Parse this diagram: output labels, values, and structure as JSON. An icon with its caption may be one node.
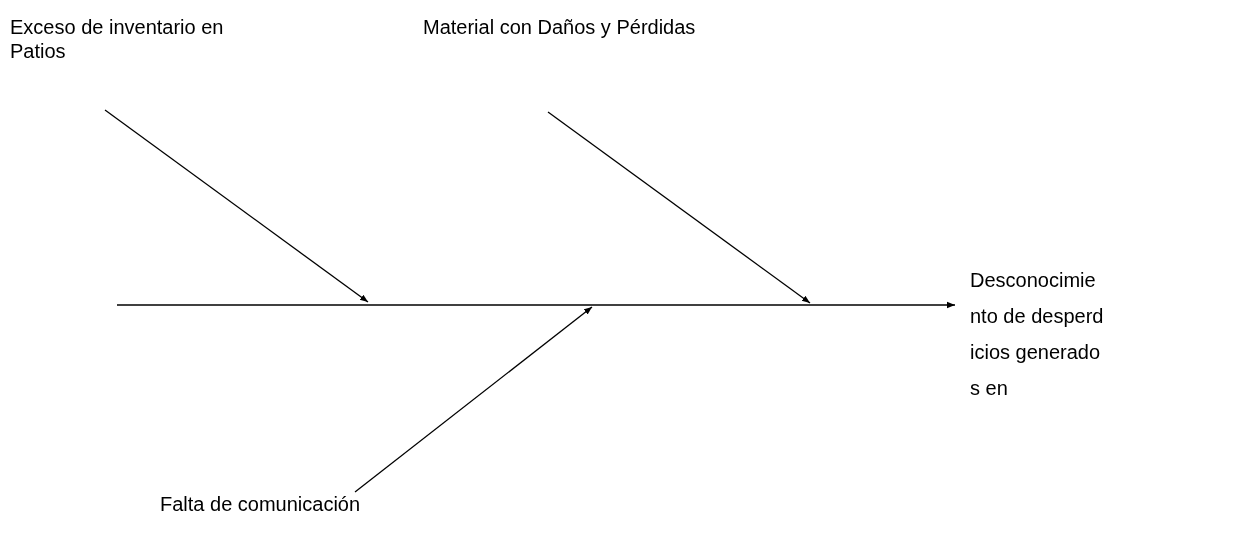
{
  "diagram": {
    "nodes": [
      {
        "text": [
          "Exceso de inventario en Patios"
        ]
      },
      {
        "text": [
          "Material con Daños y Pérdidas"
        ]
      },
      {
        "text": [
          "Desconocimiento de desperdicios generados en"
        ]
      },
      {
        "text": [
          "Falta de comunicación"
        ]
      }
    ],
    "edges": [
      {
        "from": null,
        "to": 2,
        "arrow": "to"
      },
      {
        "from": 0,
        "to": null,
        "arrow": "to"
      },
      {
        "from": 1,
        "to": null,
        "arrow": "to"
      },
      {
        "from": 3,
        "to": null,
        "arrow": "to"
      }
    ]
  }
}
